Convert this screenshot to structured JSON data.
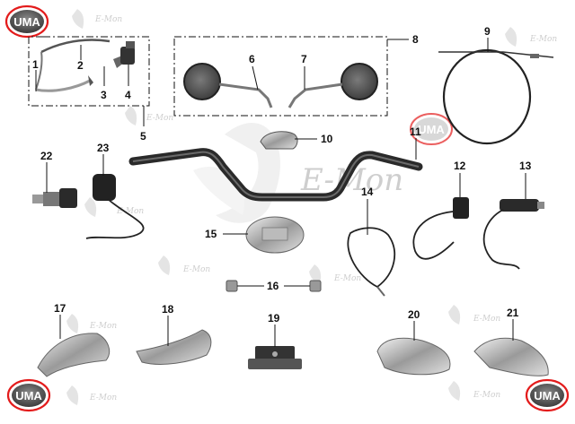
{
  "logo_text": "UMA",
  "watermark_text": "E-Mon",
  "big_watermark_text": "E-Mon",
  "colors": {
    "accent": "#e31b1b",
    "line": "#111111",
    "part_dark": "#2a2a2a",
    "chrome": "#b9b9b9"
  },
  "callouts": [
    "1",
    "2",
    "3",
    "4",
    "5",
    "6",
    "7",
    "8",
    "9",
    "10",
    "11",
    "12",
    "13",
    "14",
    "15",
    "16",
    "17",
    "18",
    "19",
    "20",
    "21",
    "22",
    "23"
  ]
}
